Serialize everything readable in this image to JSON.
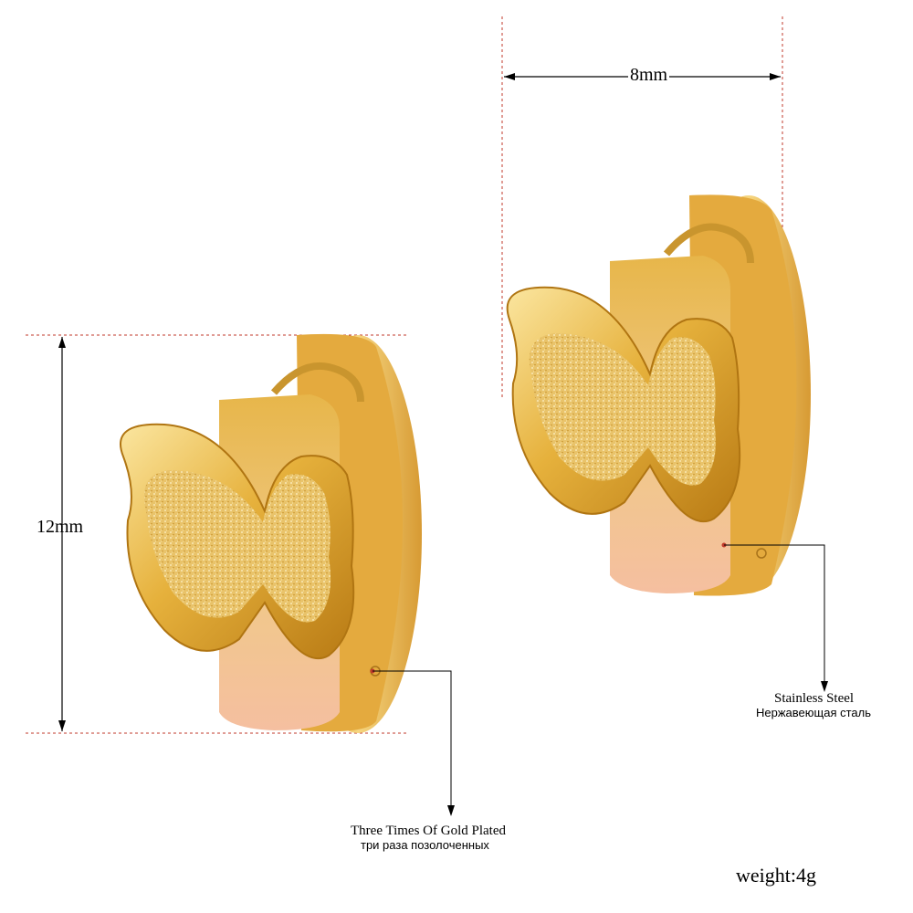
{
  "dimensions": {
    "width_label": "8mm",
    "height_label": "12mm"
  },
  "callouts": {
    "steel_en": "Stainless Steel",
    "steel_ru": "Нержавеющая сталь",
    "gold_en": "Three Times Of Gold Plated",
    "gold_ru": "три раза позолоченных"
  },
  "weight_label": "weight:4g",
  "colors": {
    "gold_light": "#f6d77a",
    "gold_mid": "#e0a72d",
    "gold_dark": "#b07512",
    "rose_hoop": "#f2b892",
    "guide_line": "#c0392b"
  }
}
